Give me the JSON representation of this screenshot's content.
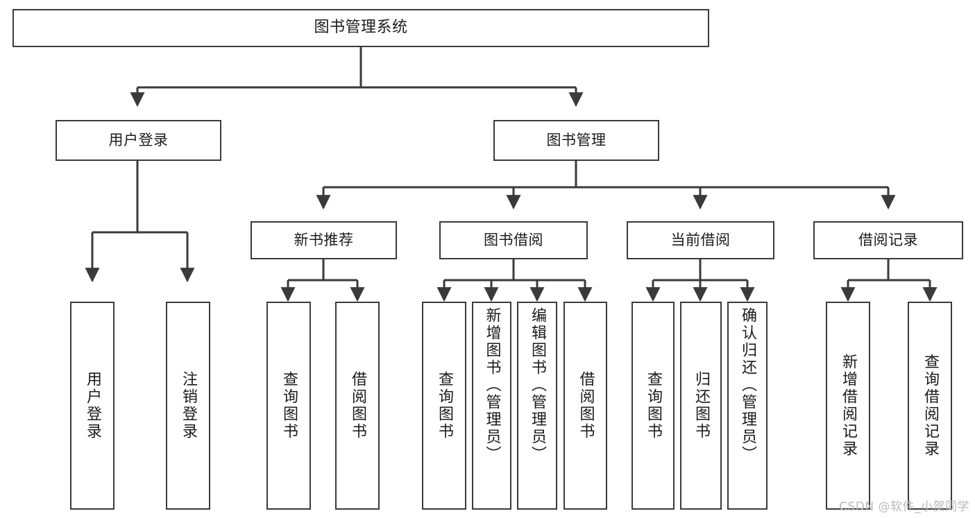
{
  "diagram": {
    "type": "tree",
    "title": "图书管理系统",
    "orientation": "top-down",
    "colors": {
      "background": "#ffffff",
      "box_border": "#3a3a3a",
      "box_fill": "#ffffff",
      "edge": "#3a3a3a",
      "text": "#1b1b1b",
      "watermark": "#b9b9b9"
    },
    "levels": {
      "level1": [
        "图书管理系统"
      ],
      "level2": [
        "用户登录",
        "图书管理"
      ],
      "level3": [
        "新书推荐",
        "图书借阅",
        "当前借阅",
        "借阅记录"
      ],
      "level4": [
        "用户登录",
        "注销登录",
        "查询图书",
        "借阅图书",
        "查询图书",
        "新增图书（管理员）",
        "编辑图书（管理员）",
        "借阅图书",
        "查询图书",
        "归还图书",
        "确认归还（管理员）",
        "新增借阅记录",
        "查询借阅记录"
      ]
    },
    "nodes": {
      "root": {
        "label": "图书管理系统"
      },
      "user_login": {
        "label": "用户登录"
      },
      "book_mgmt": {
        "label": "图书管理"
      },
      "new_book_rec": {
        "label": "新书推荐"
      },
      "book_borrow": {
        "label": "图书借阅"
      },
      "current_borrow": {
        "label": "当前借阅"
      },
      "borrow_record": {
        "label": "借阅记录"
      },
      "leaf_user_login": {
        "label": "用户登录"
      },
      "leaf_logout": {
        "label": "注销登录"
      },
      "leaf_query_book_a": {
        "label": "查询图书"
      },
      "leaf_borrow_book_a": {
        "label": "借阅图书"
      },
      "leaf_query_book_b": {
        "label": "查询图书"
      },
      "leaf_add_book": {
        "label": "新增图书（管理员）"
      },
      "leaf_edit_book": {
        "label": "编辑图书（管理员）"
      },
      "leaf_borrow_book_b": {
        "label": "借阅图书"
      },
      "leaf_query_book_c": {
        "label": "查询图书"
      },
      "leaf_return_book": {
        "label": "归还图书"
      },
      "leaf_confirm_return": {
        "label": "确认归还（管理员）"
      },
      "leaf_add_record": {
        "label": "新增借阅记录"
      },
      "leaf_query_record": {
        "label": "查询借阅记录"
      }
    },
    "edges": [
      {
        "from": "root",
        "to": "user_login"
      },
      {
        "from": "root",
        "to": "book_mgmt"
      },
      {
        "from": "user_login",
        "to": "leaf_user_login"
      },
      {
        "from": "user_login",
        "to": "leaf_logout"
      },
      {
        "from": "book_mgmt",
        "to": "new_book_rec"
      },
      {
        "from": "book_mgmt",
        "to": "book_borrow"
      },
      {
        "from": "book_mgmt",
        "to": "current_borrow"
      },
      {
        "from": "book_mgmt",
        "to": "borrow_record"
      },
      {
        "from": "new_book_rec",
        "to": "leaf_query_book_a"
      },
      {
        "from": "new_book_rec",
        "to": "leaf_borrow_book_a"
      },
      {
        "from": "book_borrow",
        "to": "leaf_query_book_b"
      },
      {
        "from": "book_borrow",
        "to": "leaf_add_book"
      },
      {
        "from": "book_borrow",
        "to": "leaf_edit_book"
      },
      {
        "from": "book_borrow",
        "to": "leaf_borrow_book_b"
      },
      {
        "from": "current_borrow",
        "to": "leaf_query_book_c"
      },
      {
        "from": "current_borrow",
        "to": "leaf_return_book"
      },
      {
        "from": "current_borrow",
        "to": "leaf_confirm_return"
      },
      {
        "from": "borrow_record",
        "to": "leaf_add_record"
      },
      {
        "from": "borrow_record",
        "to": "leaf_query_record"
      }
    ]
  },
  "watermark": {
    "text": "CSDN @软件_小贺同学"
  }
}
